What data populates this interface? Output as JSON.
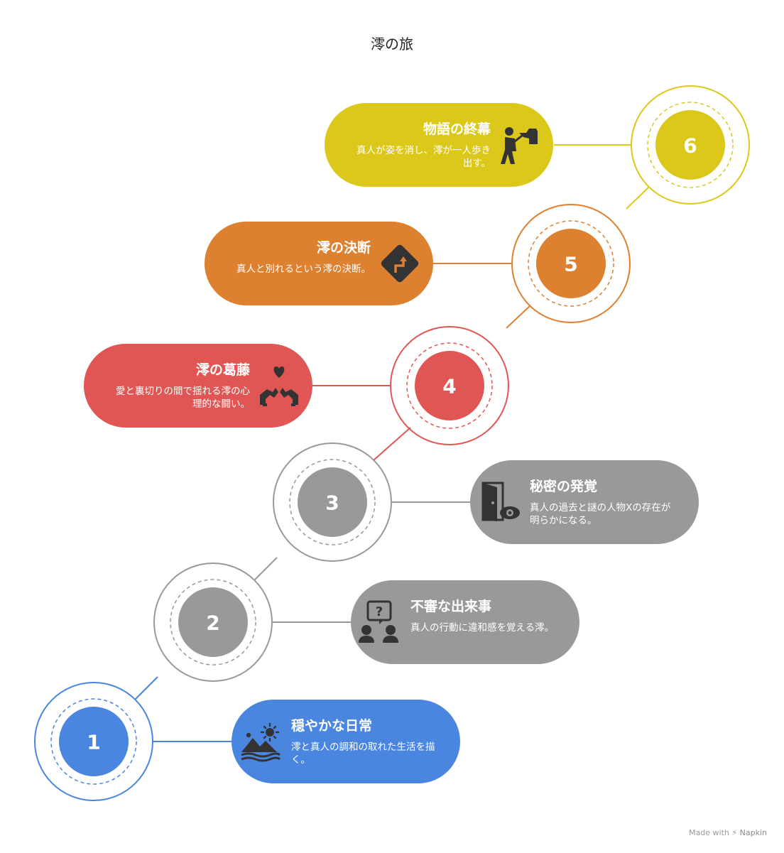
{
  "title": "澪の旅",
  "colors": {
    "step1": "#4a86e0",
    "step2": "#999999",
    "step3": "#999999",
    "step4": "#e05654",
    "step5": "#dd8030",
    "step6": "#dcc81a"
  },
  "steps": [
    {
      "number": "1",
      "title": "穏やかな日常",
      "description": "澪と真人の調和の取れた生活を描く。",
      "icon": "landscape-sun-icon"
    },
    {
      "number": "2",
      "title": "不審な出来事",
      "description": "真人の行動に違和感を覚える澪。",
      "icon": "people-question-icon"
    },
    {
      "number": "3",
      "title": "秘密の発覚",
      "description": "真人の過去と謎の人物Xの存在が明らかになる。",
      "icon": "door-eye-icon"
    },
    {
      "number": "4",
      "title": "澪の葛藤",
      "description": "愛と裏切りの間で揺れる澪の心理的な闘い。",
      "icon": "hands-heart-icon"
    },
    {
      "number": "5",
      "title": "澪の決断",
      "description": "真人と別れるという澪の決断。",
      "icon": "turn-sign-icon"
    },
    {
      "number": "6",
      "title": "物語の終幕",
      "description": "真人が姿を消し、澪が一人歩き出す。",
      "icon": "person-leaving-icon"
    }
  ],
  "footer": {
    "made_with": "Made with",
    "brand": "Napkin"
  }
}
